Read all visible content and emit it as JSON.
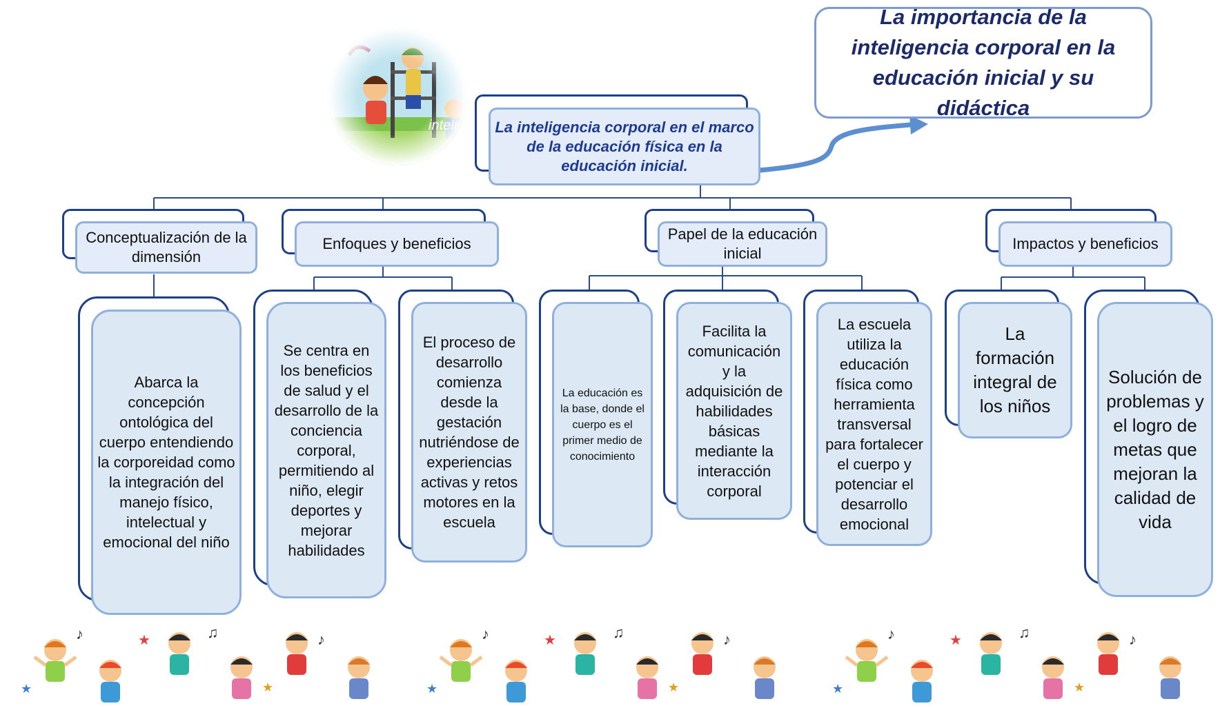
{
  "title": "La importancia de la inteligencia corporal en la educación inicial y su didáctica",
  "root": "La inteligencia corporal en el marco de la educación física en la educación inicial.",
  "illustration_text": "inteligen",
  "categories": [
    "Conceptualización de la dimensión",
    "Enfoques y beneficios",
    "Papel de la educación inicial",
    "Impactos y beneficios"
  ],
  "leaves": [
    "Abarca la concepción ontológica del cuerpo entendiendo la corporeidad como la integración del manejo físico, intelectual y emocional del niño",
    "Se centra en los beneficios de salud y el desarrollo de la conciencia corporal, permitiendo al niño, elegir deportes y mejorar habilidades",
    "El proceso de desarrollo comienza desde la gestación nutriéndose de experiencias activas y retos motores en la escuela",
    "La educación es la base, donde el cuerpo es el primer medio de conocimiento",
    "Facilita la comunicación y la adquisición de habilidades básicas mediante la interacción corporal",
    "La escuela utiliza la educación física como herramienta transversal para fortalecer el cuerpo y potenciar el desarrollo emocional",
    "La formación integral de los niños",
    "Solución de problemas y el logro de metas que mejoran la calidad de vida"
  ],
  "colors": {
    "title": "#1b2a6b",
    "root_text": "#1f3a93",
    "border_dark": "#1d3f8a",
    "border_light": "#8fb0dc",
    "connector": "#2b4c8c",
    "arrow": "#5b8fd0"
  }
}
